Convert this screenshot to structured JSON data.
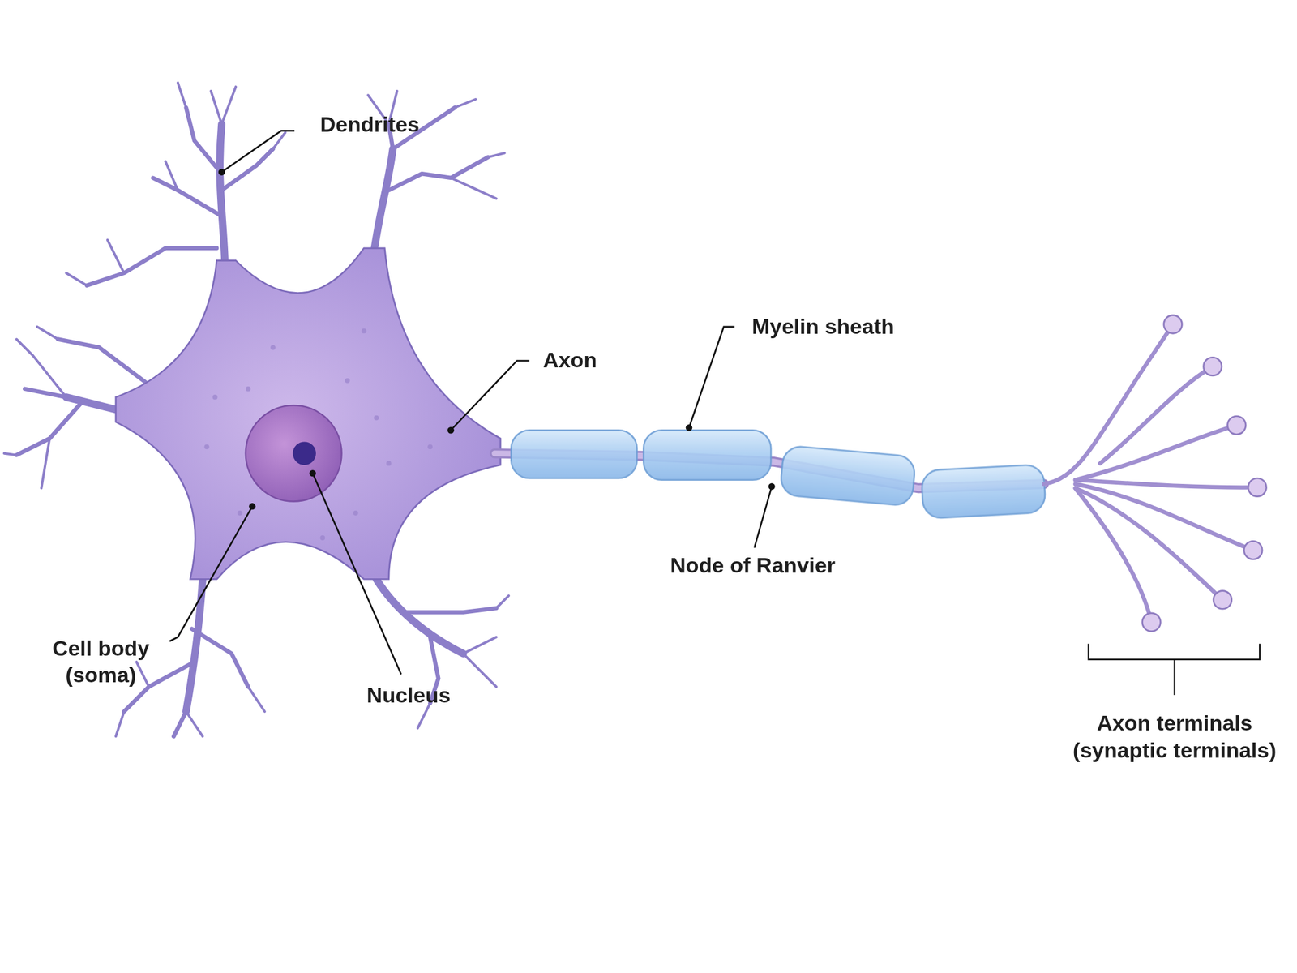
{
  "diagram": {
    "labels": [
      "Dendrites",
      "Myelin sheath",
      "Axon",
      "Node of Ranvier",
      "Cell body (soma)",
      "Nucleus",
      "Axon terminals (synaptic terminals)"
    ]
  }
}
